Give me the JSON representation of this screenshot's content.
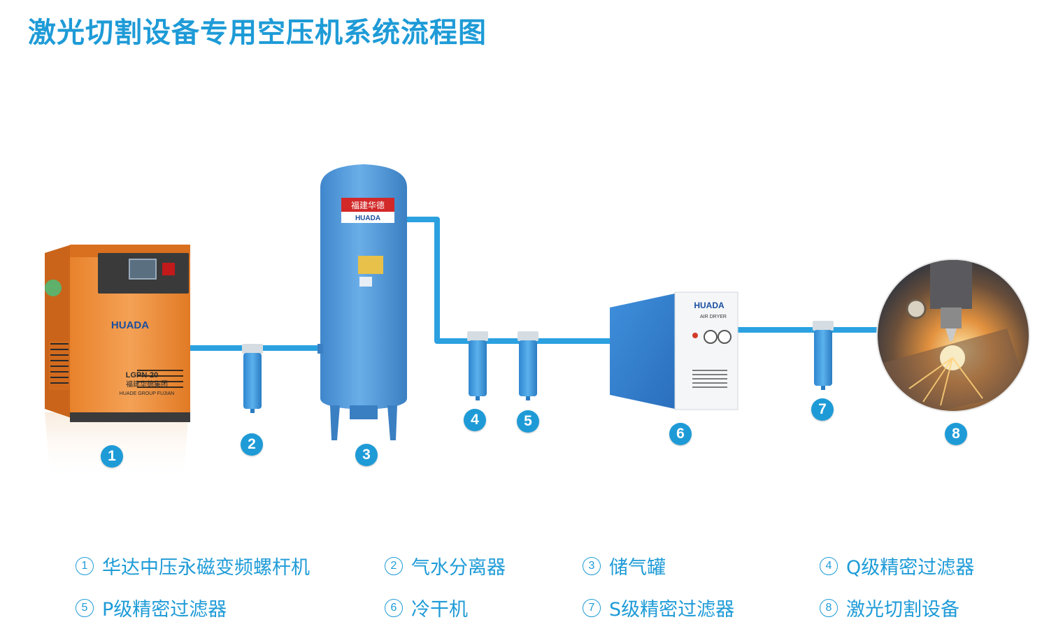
{
  "title": "激光切割设备专用空压机系统流程图",
  "colors": {
    "accent": "#1e9bd7",
    "pipe": "#2ba1e0",
    "compressor": "#f0923a",
    "tank": "#4f96d8"
  },
  "equipment": {
    "compressor": {
      "brand": "HUADA",
      "model": "LGPN-20",
      "maker": "福建华德集团",
      "maker_en": "HUADE GROUP FUJIAN",
      "badge": "1"
    },
    "separator": {
      "badge": "2"
    },
    "tank": {
      "brand": "HUADA",
      "banner": "福建华德",
      "badge": "3"
    },
    "filter_q": {
      "badge": "4"
    },
    "filter_p": {
      "badge": "5"
    },
    "dryer": {
      "brand": "HUADA",
      "subtitle": "AIR DRYER",
      "badge": "6"
    },
    "filter_s": {
      "badge": "7"
    },
    "laser": {
      "badge": "8"
    }
  },
  "legend": [
    {
      "num": "1",
      "label": "华达中压永磁变频螺杆机"
    },
    {
      "num": "2",
      "label": "气水分离器"
    },
    {
      "num": "3",
      "label": "储气罐"
    },
    {
      "num": "4",
      "label": "Q级精密过滤器"
    },
    {
      "num": "5",
      "label": "P级精密过滤器"
    },
    {
      "num": "6",
      "label": "冷干机"
    },
    {
      "num": "7",
      "label": "S级精密过滤器"
    },
    {
      "num": "8",
      "label": "激光切割设备"
    }
  ]
}
